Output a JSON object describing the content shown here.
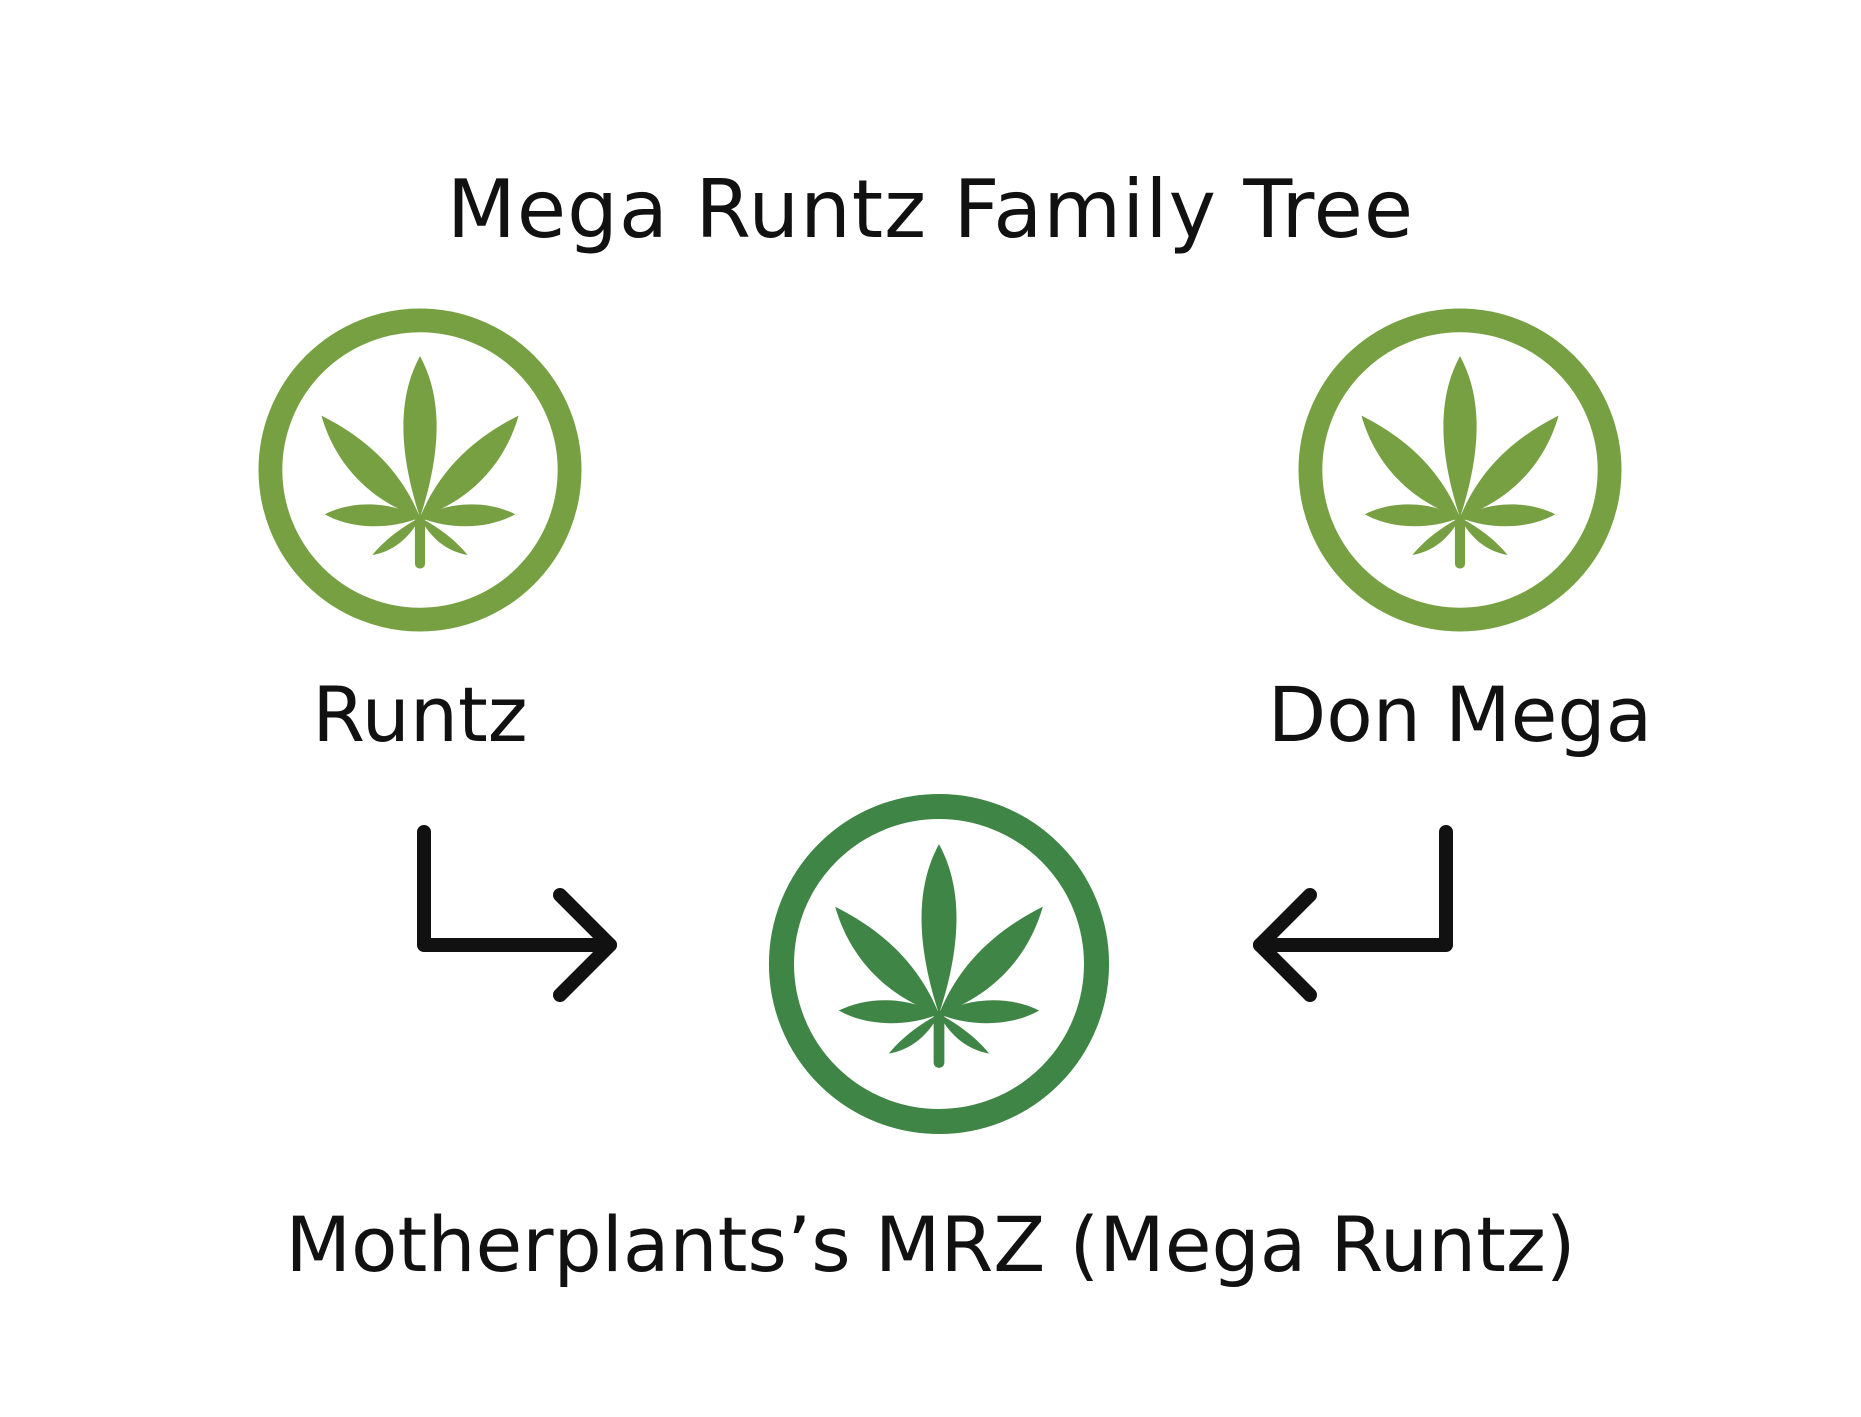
{
  "diagram": {
    "title": "Mega Runtz Family Tree",
    "parents": [
      {
        "label": "Runtz",
        "icon": "cannabis-leaf-icon"
      },
      {
        "label": "Don Mega",
        "icon": "cannabis-leaf-icon"
      }
    ],
    "child": {
      "label": "Motherplants’s MRZ (Mega Runtz)",
      "icon": "cannabis-leaf-icon"
    },
    "colors": {
      "parent_green": "#76A041",
      "child_green": "#3F8545",
      "arrow": "#111111"
    }
  }
}
